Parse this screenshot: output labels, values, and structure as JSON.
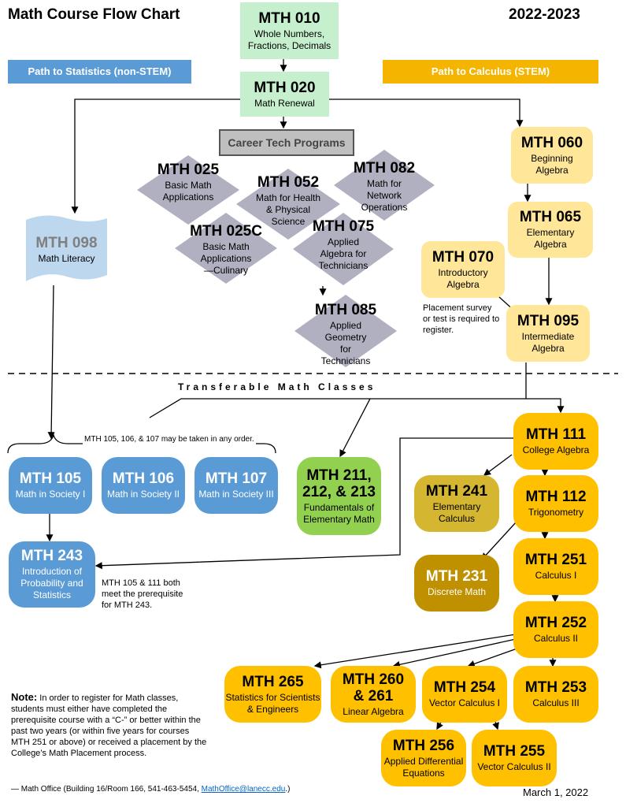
{
  "title": "Math Course Flow Chart",
  "year": "2022-2023",
  "paths": {
    "stats": {
      "label": "Path to Statistics (non-STEM)",
      "color": "#5b9bd5"
    },
    "calc": {
      "label": "Path to Calculus (STEM)",
      "color": "#f4b400"
    }
  },
  "courses": {
    "mth010": {
      "code": "MTH 010",
      "desc": "Whole Numbers, Fractions, Decimals"
    },
    "mth020": {
      "code": "MTH 020",
      "desc": "Math Renewal"
    },
    "mth025": {
      "code": "MTH 025",
      "desc": "Basic Math Applications"
    },
    "mth052": {
      "code": "MTH 052",
      "desc": "Math for Health & Physical Science"
    },
    "mth082": {
      "code": "MTH 082",
      "desc": "Math for Network Operations"
    },
    "mth025c": {
      "code": "MTH 025C",
      "desc": "Basic Math Applications—Culinary"
    },
    "mth075": {
      "code": "MTH 075",
      "desc": "Applied Algebra for Technicians"
    },
    "mth085": {
      "code": "MTH 085",
      "desc": "Applied Geometry for Technicians"
    },
    "mth098": {
      "code": "MTH 098",
      "desc": "Math Literacy"
    },
    "mth060": {
      "code": "MTH 060",
      "desc": "Beginning Algebra"
    },
    "mth065": {
      "code": "MTH 065",
      "desc": "Elementary Algebra"
    },
    "mth070": {
      "code": "MTH 070",
      "desc": "Introductory Algebra"
    },
    "mth095": {
      "code": "MTH 095",
      "desc": "Intermediate Algebra"
    },
    "mth105": {
      "code": "MTH 105",
      "desc": "Math in Society I"
    },
    "mth106": {
      "code": "MTH 106",
      "desc": "Math in Society II"
    },
    "mth107": {
      "code": "MTH 107",
      "desc": "Math in Society III"
    },
    "mth243": {
      "code": "MTH 243",
      "desc": "Introduction of Probability and Statistics"
    },
    "mth211": {
      "code": "MTH 211, 212, & 213",
      "desc": "Fundamentals of Elementary Math"
    },
    "mth111": {
      "code": "MTH 111",
      "desc": "College Algebra"
    },
    "mth241": {
      "code": "MTH 241",
      "desc": "Elementary Calculus"
    },
    "mth112": {
      "code": "MTH 112",
      "desc": "Trigonometry"
    },
    "mth231": {
      "code": "MTH 231",
      "desc": "Discrete Math"
    },
    "mth251": {
      "code": "MTH 251",
      "desc": "Calculus I"
    },
    "mth252": {
      "code": "MTH 252",
      "desc": "Calculus II"
    },
    "mth265": {
      "code": "MTH 265",
      "desc": "Statistics for Scientists & Engineers"
    },
    "mth260": {
      "code": "MTH 260 & 261",
      "desc": "Linear Algebra"
    },
    "mth254": {
      "code": "MTH 254",
      "desc": "Vector Calculus I"
    },
    "mth253": {
      "code": "MTH 253",
      "desc": "Calculus III"
    },
    "mth256": {
      "code": "MTH 256",
      "desc": "Applied Differential Equations"
    },
    "mth255": {
      "code": "MTH 255",
      "desc": "Vector Calculus II"
    }
  },
  "career_tech": "Career Tech Programs",
  "placement_note": "Placement survey or test is required to register.",
  "transferable_label": "Transferable Math Classes",
  "any_order_note": "MTH 105, 106, & 107 may be taken in any order.",
  "prereq_note": "MTH 105 & 111 both meet the prerequisite for MTH 243.",
  "note": {
    "heading": "Note:",
    "text": "In order to register for Math classes, students must either have completed the prerequisite course with a “C-” or better within the past two years (or within five years for courses MTH 251 or above) or received a placement by the College’s Math Placement process."
  },
  "footer": {
    "prefix": "— Math Office (Building 16/Room 166, 541-463-5454, ",
    "email": "MathOffice@lanecc.edu",
    "suffix": ".)"
  },
  "date": "March 1, 2022"
}
